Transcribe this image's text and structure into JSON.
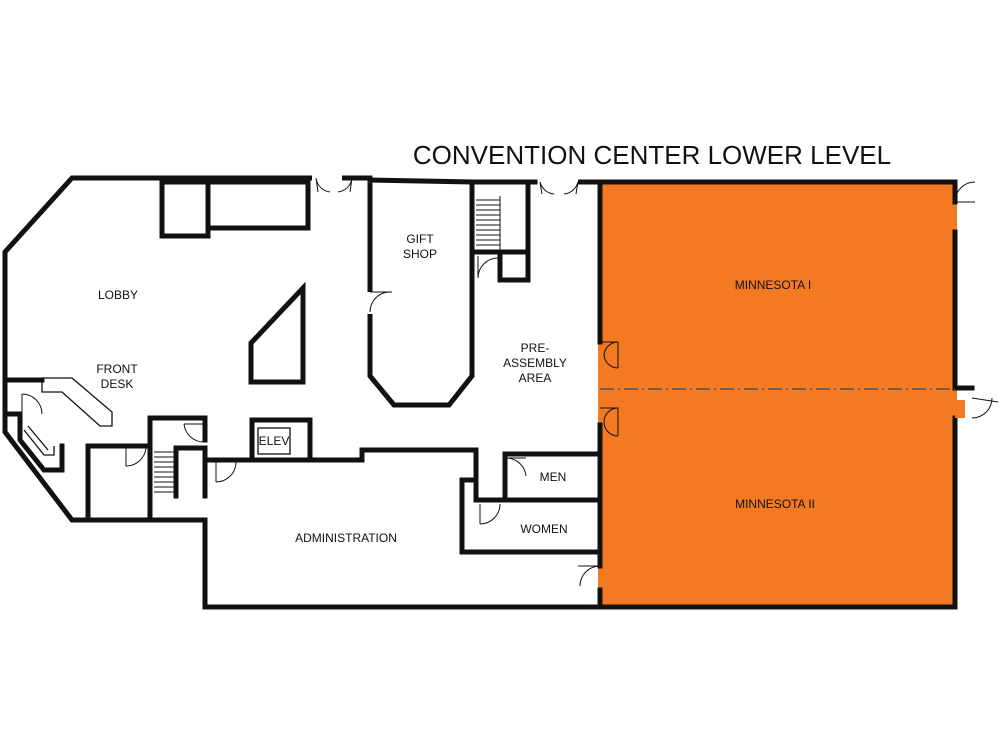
{
  "title": "CONVENTION CENTER LOWER LEVEL",
  "rooms": {
    "lobby": "LOBBY",
    "front_desk_line1": "FRONT",
    "front_desk_line2": "DESK",
    "gift_shop_line1": "GIFT",
    "gift_shop_line2": "SHOP",
    "pre_assembly_line1": "PRE-",
    "pre_assembly_line2": "ASSEMBLY",
    "pre_assembly_line3": "AREA",
    "elevator": "ELEV",
    "administration": "ADMINISTRATION",
    "men": "MEN",
    "women": "WOMEN",
    "minnesota_1": "MINNESOTA I",
    "minnesota_2": "MINNESOTA II"
  },
  "colors": {
    "ballroom": "#f37a22",
    "walls": "#111111"
  }
}
